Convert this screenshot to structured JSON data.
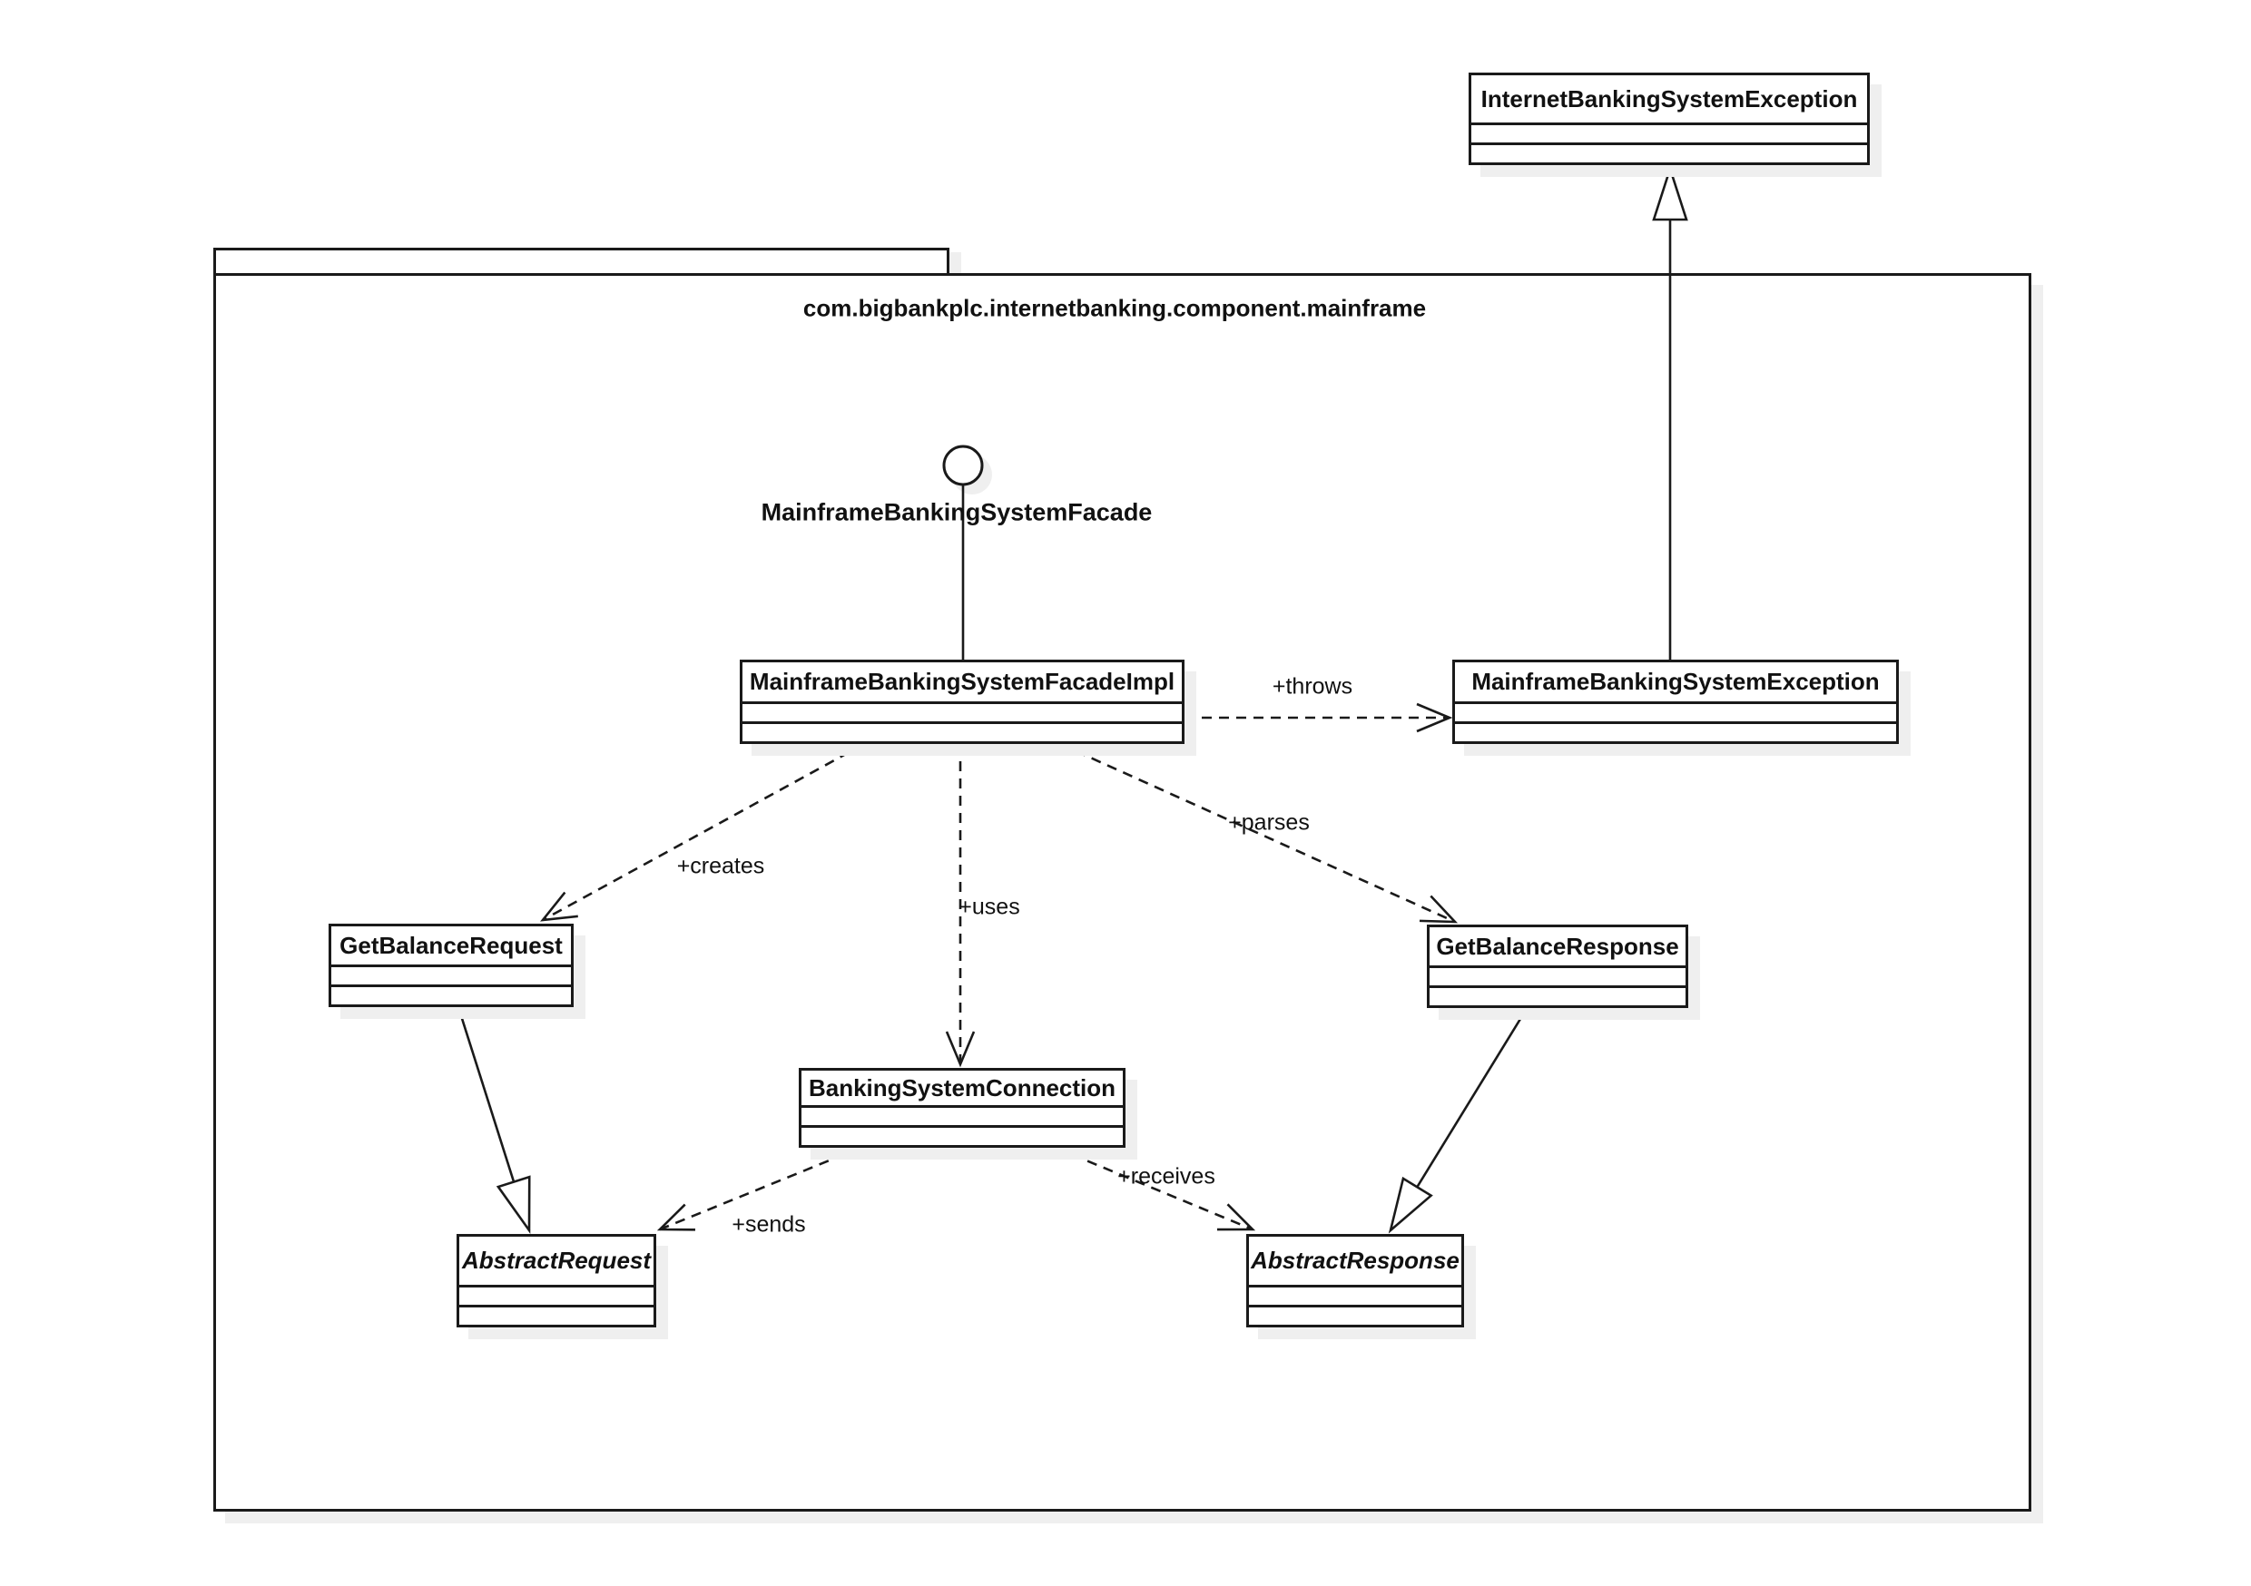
{
  "diagram": {
    "title_kind": "uml-class-diagram",
    "package": {
      "label": "com.bigbankplc.internetbanking.component.mainframe"
    },
    "interface_lollipop": {
      "label": "MainframeBankingSystemFacade"
    },
    "classes": [
      {
        "name": "InternetBankingSystemException",
        "abstract": false,
        "inside_package": false
      },
      {
        "name": "MainframeBankingSystemFacadeImpl",
        "abstract": false,
        "inside_package": true
      },
      {
        "name": "MainframeBankingSystemException",
        "abstract": false,
        "inside_package": true
      },
      {
        "name": "GetBalanceRequest",
        "abstract": false,
        "inside_package": true
      },
      {
        "name": "GetBalanceResponse",
        "abstract": false,
        "inside_package": true
      },
      {
        "name": "BankingSystemConnection",
        "abstract": false,
        "inside_package": true
      },
      {
        "name": "AbstractRequest",
        "abstract": true,
        "inside_package": true
      },
      {
        "name": "AbstractResponse",
        "abstract": true,
        "inside_package": true
      }
    ],
    "relationships": [
      {
        "type": "interface-realization",
        "style": "lollipop",
        "from": "MainframeBankingSystemFacadeImpl",
        "to": "MainframeBankingSystemFacade",
        "label": ""
      },
      {
        "type": "dependency",
        "style": "dashed-open-arrow",
        "from": "MainframeBankingSystemFacadeImpl",
        "to": "MainframeBankingSystemException",
        "label": "+throws"
      },
      {
        "type": "generalization",
        "style": "solid-hollow-triangle",
        "from": "MainframeBankingSystemException",
        "to": "InternetBankingSystemException",
        "label": ""
      },
      {
        "type": "dependency",
        "style": "dashed-open-arrow",
        "from": "MainframeBankingSystemFacadeImpl",
        "to": "GetBalanceRequest",
        "label": "+creates"
      },
      {
        "type": "dependency",
        "style": "dashed-open-arrow",
        "from": "MainframeBankingSystemFacadeImpl",
        "to": "BankingSystemConnection",
        "label": "+uses"
      },
      {
        "type": "dependency",
        "style": "dashed-open-arrow",
        "from": "MainframeBankingSystemFacadeImpl",
        "to": "GetBalanceResponse",
        "label": "+parses"
      },
      {
        "type": "generalization",
        "style": "solid-hollow-triangle",
        "from": "GetBalanceRequest",
        "to": "AbstractRequest",
        "label": ""
      },
      {
        "type": "generalization",
        "style": "solid-hollow-triangle",
        "from": "GetBalanceResponse",
        "to": "AbstractResponse",
        "label": ""
      },
      {
        "type": "dependency",
        "style": "dashed-open-arrow",
        "from": "BankingSystemConnection",
        "to": "AbstractRequest",
        "label": "+sends"
      },
      {
        "type": "dependency",
        "style": "dashed-open-arrow",
        "from": "BankingSystemConnection",
        "to": "AbstractResponse",
        "label": "+receives"
      }
    ],
    "colors": {
      "stroke": "#1a1a1a",
      "fill": "#ffffff",
      "shadow": "#efefef"
    }
  }
}
